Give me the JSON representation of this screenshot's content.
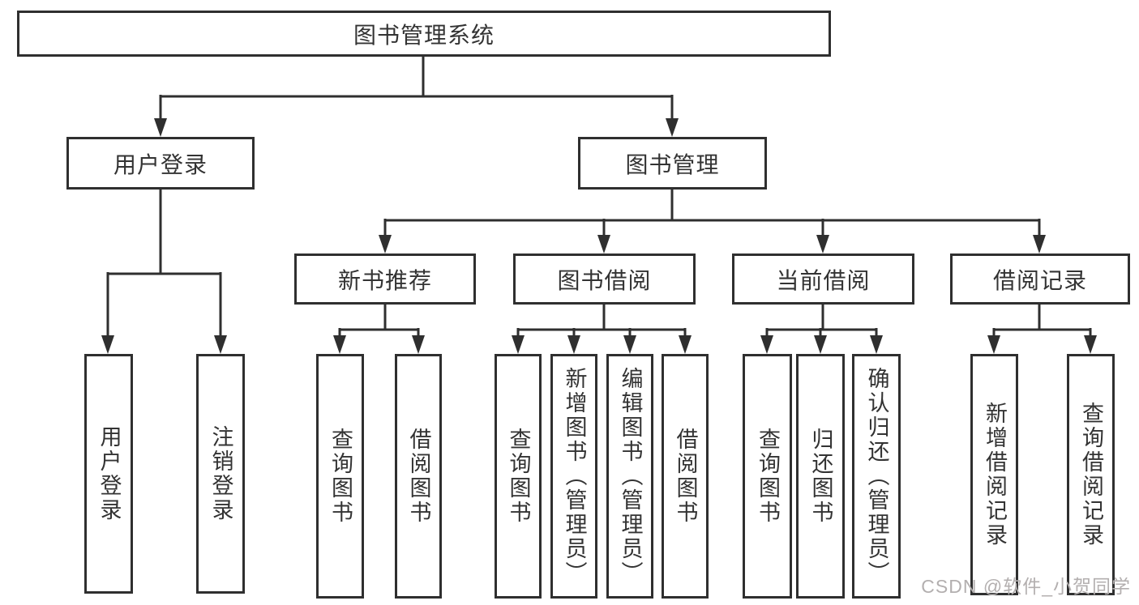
{
  "diagram": {
    "root_label": "图书管理系统",
    "branches": [
      {
        "label": "用户登录",
        "children": [
          {
            "label": "用户登录"
          },
          {
            "label": "注销登录"
          }
        ]
      },
      {
        "label": "图书管理",
        "children": [
          {
            "label": "新书推荐",
            "children": [
              {
                "label": "查询图书"
              },
              {
                "label": "借阅图书"
              }
            ]
          },
          {
            "label": "图书借阅",
            "children": [
              {
                "label": "查询图书"
              },
              {
                "label": "新增图书（管理员）"
              },
              {
                "label": "编辑图书（管理员）"
              },
              {
                "label": "借阅图书"
              }
            ]
          },
          {
            "label": "当前借阅",
            "children": [
              {
                "label": "查询图书"
              },
              {
                "label": "归还图书"
              },
              {
                "label": "确认归还（管理员）"
              }
            ]
          },
          {
            "label": "借阅记录",
            "children": [
              {
                "label": "新增借阅记录"
              },
              {
                "label": "查询借阅记录"
              }
            ]
          }
        ]
      }
    ]
  },
  "watermark": {
    "text": "CSDN @软件_小贺同学",
    "color": "#b3afaf"
  },
  "colors": {
    "line": "#2f2f2f",
    "box_border": "#2f2f2f",
    "text": "#333333",
    "background": "#ffffff"
  }
}
